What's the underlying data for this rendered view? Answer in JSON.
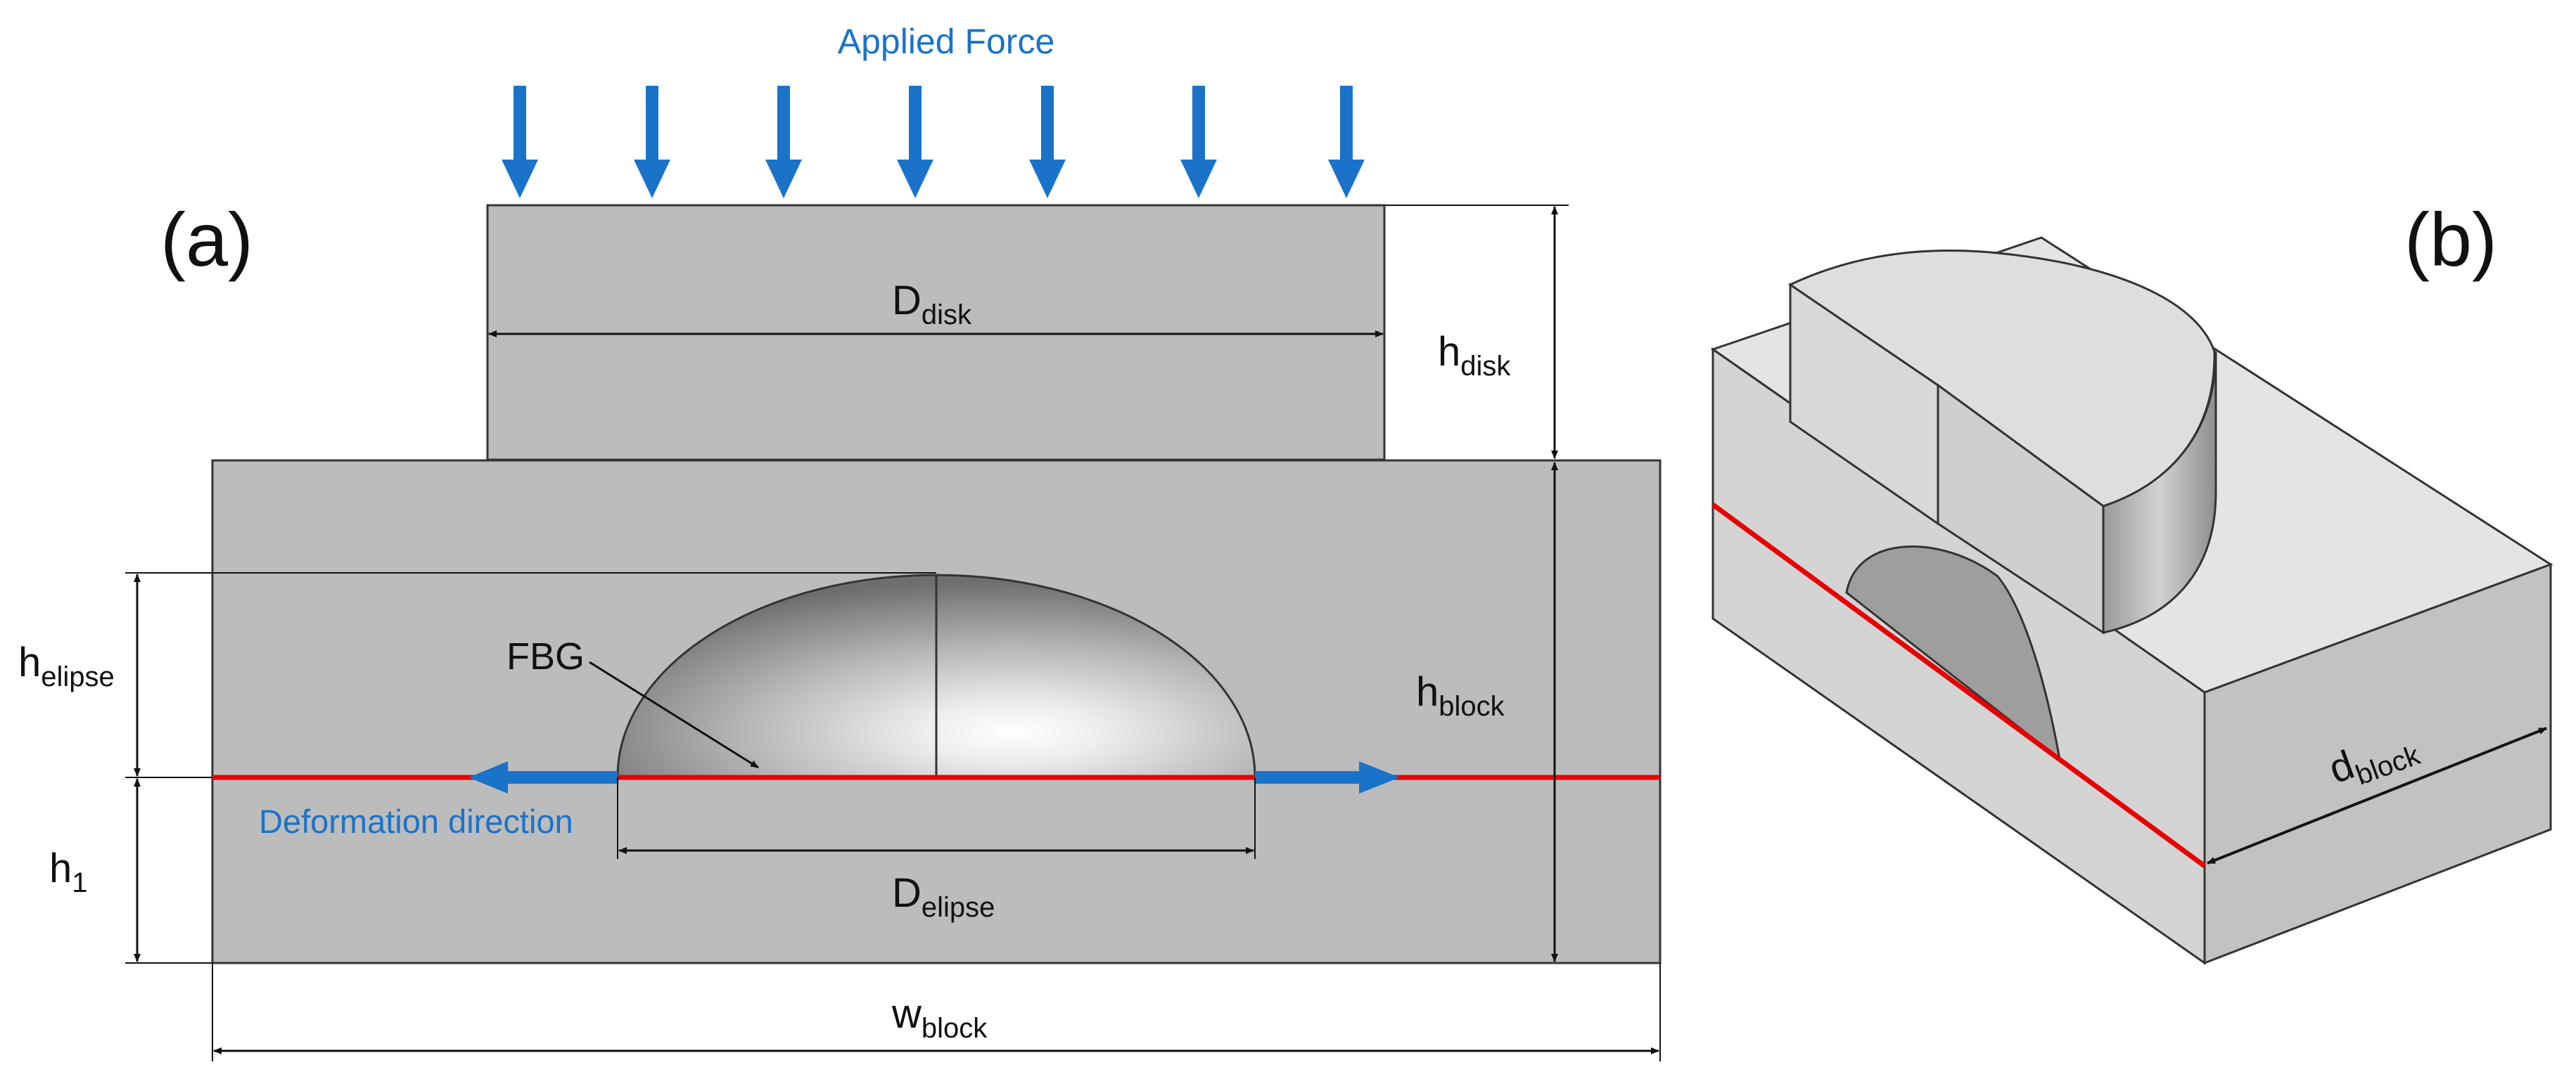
{
  "labels": {
    "applied_force": "Applied Force",
    "panel_a": "(a)",
    "panel_b": "(b)",
    "fbg": "FBG",
    "deformation_direction": "Deformation direction",
    "d_disk": {
      "main": "D",
      "sub": "disk"
    },
    "h_disk": {
      "main": "h",
      "sub": "disk"
    },
    "h_block": {
      "main": "h",
      "sub": "block"
    },
    "h_elipse": {
      "main": "h",
      "sub": "elipse"
    },
    "h_1": {
      "main": "h",
      "sub": "1"
    },
    "d_elipse": {
      "main": "D",
      "sub": "elipse"
    },
    "w_block": {
      "main": "w",
      "sub": "block"
    },
    "d_block": {
      "main": "d",
      "sub": "block"
    }
  },
  "colors": {
    "force_arrow": "#1a73c9",
    "fbg_fiber": "#e60000",
    "deformation_arrow": "#1a73c9",
    "block_fill": "#bcbcbc",
    "outline": "#333333"
  }
}
